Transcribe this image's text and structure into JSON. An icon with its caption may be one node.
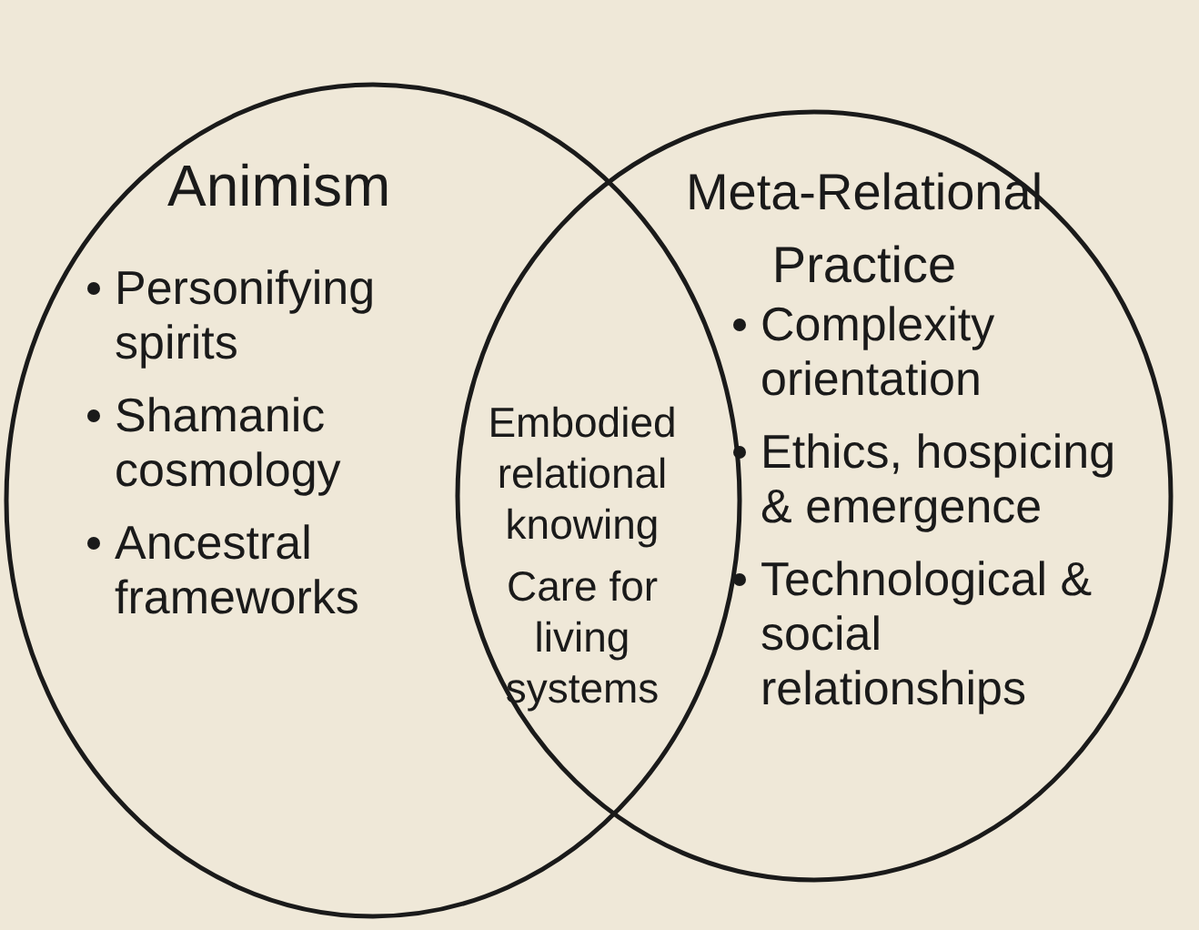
{
  "diagram": {
    "nodes": [
      {
        "text": [
          "Animism",
          "Personifying spirits",
          "Shamanic cosmology",
          "Ancestral frameworks"
        ]
      },
      {
        "text": [
          "Meta-Relational Practice",
          "Complexity orientation",
          "Ethics, hospicing & emergence",
          "Technological & social relationships"
        ]
      },
      {
        "text": [
          "Embodied relational knowing",
          "Care for living systems"
        ]
      }
    ],
    "edges": []
  }
}
